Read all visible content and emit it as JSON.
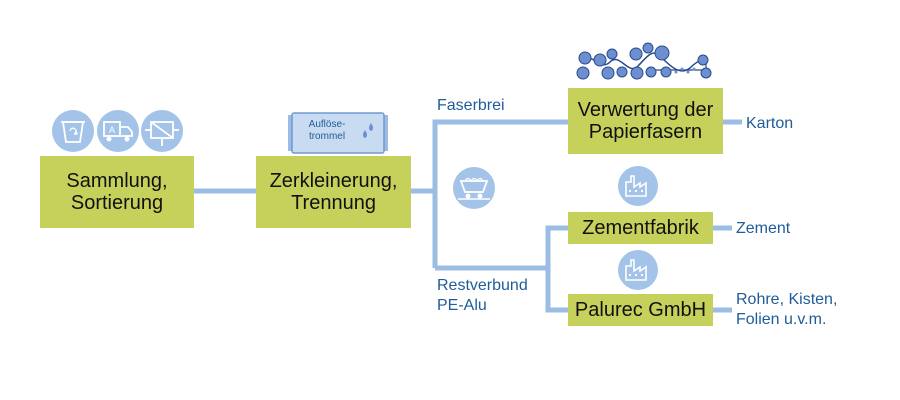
{
  "nodes": {
    "collection": "Sammlung,\nSortierung",
    "shredding": "Zerkleinerung,\nTrennung",
    "fiber_recovery": "Verwertung der\nPapierfasern",
    "cement_plant": "Zementfabrik",
    "palurec": "Palurec GmbH"
  },
  "edges": {
    "fiber_pulp": "Faserbrei",
    "residual_composite": "Restverbund\nPE-Alu"
  },
  "outputs": {
    "cardboard": "Karton",
    "cement": "Zement",
    "products": "Rohre, Kisten,\nFolien u.v.m."
  },
  "icons": {
    "dissolving_drum_label": "Auflöse-\ntrommel",
    "names": [
      "recycling-bin-icon",
      "truck-icon",
      "sorting-machine-icon",
      "dissolving-drum-icon",
      "water-drops-icon",
      "mine-cart-icon",
      "factory-icon",
      "paper-machine-rollers-icon"
    ]
  },
  "colors": {
    "box_fill": "#c6d15b",
    "connector": "#9cbde3",
    "icon_circle": "#a3c4e8",
    "label_text": "#1f5c99",
    "roller": "#6b8fd1",
    "roller_stroke": "#2a4a8a"
  }
}
